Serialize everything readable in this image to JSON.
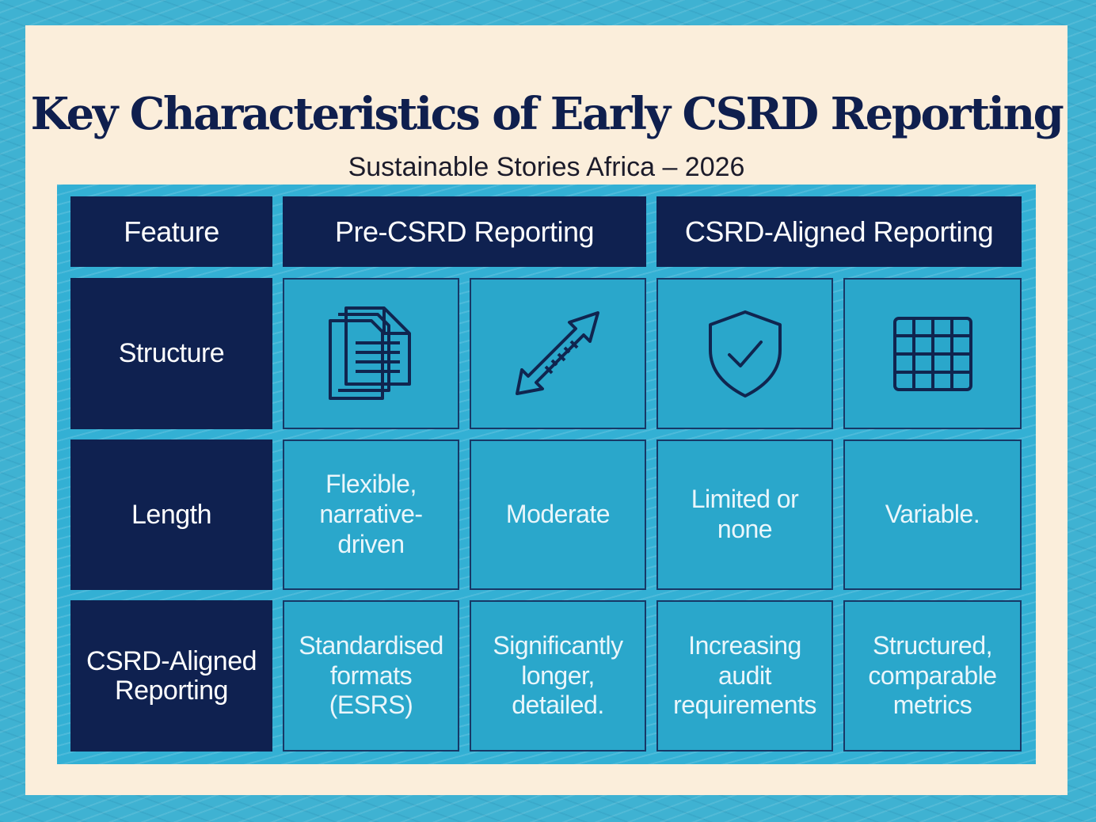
{
  "title": "Key Characteristics of Early CSRD Reporting",
  "subtitle": "Sustainable Stories Africa – 2026",
  "headers": {
    "feature": "Feature",
    "pre_csrd": "Pre-CSRD Reporting",
    "csrd_aligned": "CSRD-Aligned Reporting"
  },
  "rows": {
    "structure": {
      "label": "Structure",
      "icons": [
        "documents-icon",
        "ruler-arrow-icon",
        "shield-check-icon",
        "grid-table-icon"
      ]
    },
    "length": {
      "label": "Length",
      "cells": [
        "Flexible, narrative-driven",
        "Moderate",
        "Limited or none",
        "Variable."
      ]
    },
    "csrd": {
      "label": "CSRD-Aligned Reporting",
      "cells": [
        "Standardised formats (ESRS)",
        "Significantly longer, detailed.",
        "Increasing audit requirements",
        "Structured, comparable metrics"
      ]
    }
  },
  "colors": {
    "navy": "#0f2150",
    "teal": "#2aa7cb",
    "cream": "#fbeedb",
    "border": "#3fb2d2"
  }
}
